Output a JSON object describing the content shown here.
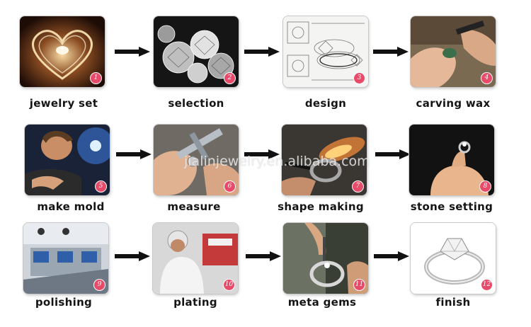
{
  "steps": [
    {
      "number": "1",
      "label": "jewelry set"
    },
    {
      "number": "2",
      "label": "selection"
    },
    {
      "number": "3",
      "label": "design"
    },
    {
      "number": "4",
      "label": "carving wax"
    },
    {
      "number": "5",
      "label": "make mold"
    },
    {
      "number": "6",
      "label": "measure"
    },
    {
      "number": "7",
      "label": "shape making"
    },
    {
      "number": "8",
      "label": "stone setting"
    },
    {
      "number": "9",
      "label": "polishing"
    },
    {
      "number": "10",
      "label": "plating"
    },
    {
      "number": "11",
      "label": "meta gems"
    },
    {
      "number": "12",
      "label": "finish"
    }
  ],
  "watermark": "jialinjewelry.en.alibaba.com",
  "colors": {
    "badge": "#e84a6a",
    "arrow": "#111111",
    "label": "#151515"
  }
}
